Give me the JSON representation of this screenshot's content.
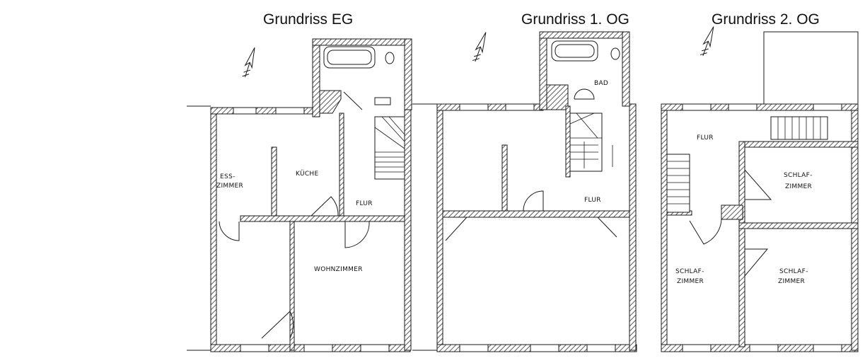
{
  "plans": [
    {
      "title": "Grundriss EG",
      "rooms": [
        {
          "label_lines": [
            "ESS-",
            "ZIMMER"
          ]
        },
        {
          "label_lines": [
            "KÜCHE"
          ]
        },
        {
          "label_lines": [
            "FLUR"
          ]
        },
        {
          "label_lines": [
            "WOHNZIMMER"
          ]
        }
      ]
    },
    {
      "title": "Grundriss 1. OG",
      "rooms": [
        {
          "label_lines": [
            "BAD"
          ]
        },
        {
          "label_lines": [
            "FLUR"
          ]
        }
      ]
    },
    {
      "title": "Grundriss 2. OG",
      "rooms": [
        {
          "label_lines": [
            "FLUR"
          ]
        },
        {
          "label_lines": [
            "SCHLAF-",
            "ZIMMER"
          ]
        },
        {
          "label_lines": [
            "SCHLAF-",
            "ZIMMER"
          ]
        },
        {
          "label_lines": [
            "SCHLAF-",
            "ZIMMER"
          ]
        }
      ]
    }
  ],
  "north_arrow_icon": "north-arrow-icon",
  "colors": {
    "ink": "#1a1a1a",
    "hatch": "#555555"
  }
}
